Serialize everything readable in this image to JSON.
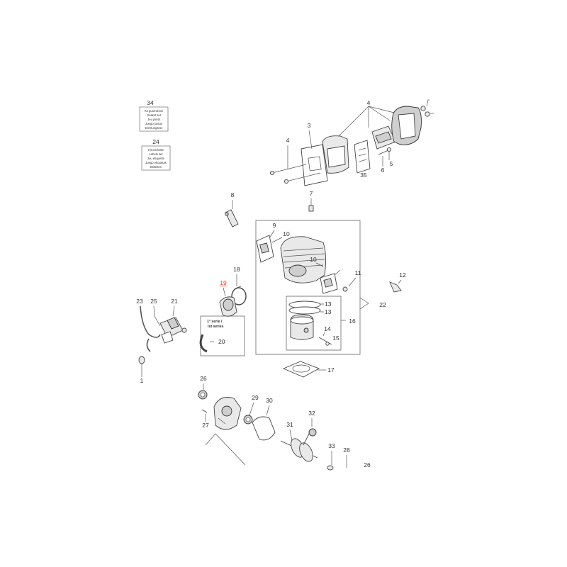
{
  "kits": [
    {
      "number": "34",
      "lines": [
        "Kit guarnizioni",
        "Gasket set",
        "Jeu joints",
        "Juego juntas",
        "Dichtungsset"
      ]
    },
    {
      "number": "24",
      "lines": [
        "Kit etichette",
        "Labels set",
        "Jeu etiquette",
        "Juego etiquetas",
        "Etiketten"
      ]
    }
  ],
  "callouts": {
    "c1": "1",
    "c3": "3",
    "c4a": "4",
    "c4b": "4",
    "c5": "5",
    "c6": "6",
    "c7": "7",
    "c8": "8",
    "c9": "9",
    "c10a": "10",
    "c10b": "10",
    "c11": "11",
    "c12": "12",
    "c13a": "13",
    "c13b": "13",
    "c14": "14",
    "c15": "15",
    "c16": "16",
    "c17": "17",
    "c18": "18",
    "c19": "19",
    "c20": "20",
    "c21": "21",
    "c22": "22",
    "c23": "23",
    "c25": "25",
    "c26a": "26",
    "c26b": "26",
    "c27": "27",
    "c28": "28",
    "c29": "29",
    "c30": "30",
    "c31": "31",
    "c32": "32",
    "c33": "33",
    "c35": "35"
  },
  "series_note": {
    "line1": "1° serie /",
    "line2": "Ist series"
  },
  "colors": {
    "highlight": "#e0412b"
  }
}
